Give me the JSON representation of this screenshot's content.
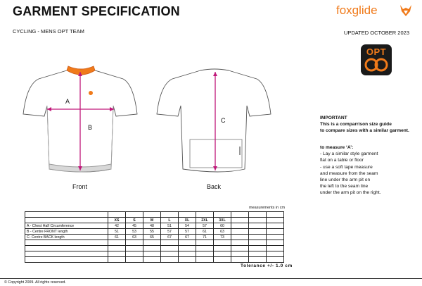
{
  "header": {
    "title": "GARMENT SPECIFICATION",
    "subtitle": "CYCLING - MENS OPT TEAM",
    "updated": "UPDATED OCTOBER 2023",
    "brand_name": "foxglide",
    "badge_text": "OPT"
  },
  "diagram": {
    "measure_a_letter": "A",
    "measure_b_letter": "B",
    "measure_c_letter": "C",
    "front_label": "Front",
    "back_label": "Back"
  },
  "colors": {
    "measure_line": "#c0187a",
    "brand_orange": "#f07a1a"
  },
  "notes": {
    "important_heading": "IMPORTANT",
    "important_line1": "This is a comparrison size guide",
    "important_line2": "to compare sizes with a similar garment.",
    "measure_heading": "to measure  ‘A’:",
    "measure_lines": [
      "- Lay a similar style garment",
      "flat on a table or floor",
      "- use a soft tape measure",
      "and measure from the seam",
      "line under the arm pit on",
      "the left to the seam line",
      "under the arm pit on the right."
    ]
  },
  "table": {
    "units_note": "measurements in cm",
    "columns": [
      "XS",
      "S",
      "M",
      "L",
      "XL",
      "2XL",
      "3XL"
    ],
    "rows": [
      {
        "label": "A - Chest Half Circumference",
        "values": [
          "42",
          "45",
          "48",
          "51",
          "54",
          "57",
          "60"
        ]
      },
      {
        "label": "B - Centre FRONT length",
        "values": [
          "51",
          "53",
          "55",
          "57",
          "57",
          "61",
          "63"
        ]
      },
      {
        "label": "C- Centre BACK length",
        "values": [
          "61",
          "63",
          "65",
          "67",
          "67",
          "71",
          "73"
        ]
      }
    ],
    "tolerance": "Tolerance +/- 1.0 cm"
  },
  "footer": {
    "copyright": "© Copyright 2009.  All rights reserved."
  }
}
